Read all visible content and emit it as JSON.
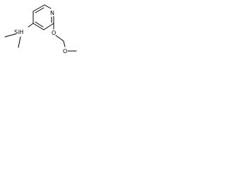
{
  "molecule": {
    "atoms": {
      "n": "N",
      "si": "SiH",
      "o_ring": "O",
      "o_chain": "O"
    },
    "colors": {
      "bond": "#000000",
      "background": "#ffffff"
    }
  }
}
